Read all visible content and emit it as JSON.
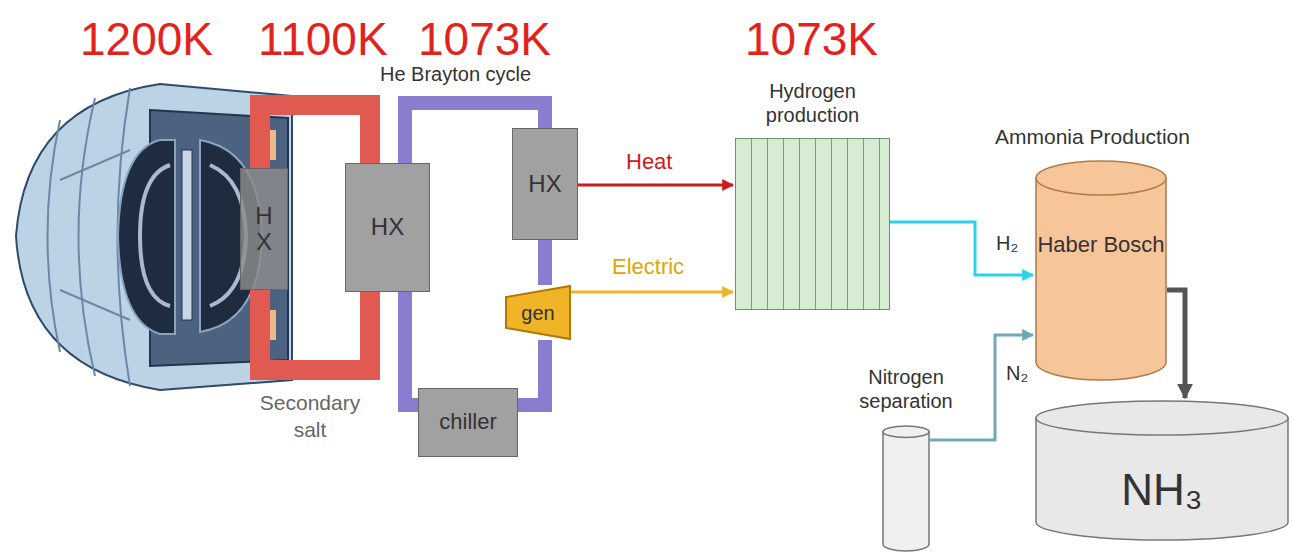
{
  "diagram": {
    "nodes": [
      {
        "text": [
          "H X"
        ]
      },
      {
        "text": [
          "HX"
        ]
      },
      {
        "text": [
          "HX"
        ]
      },
      {
        "text": [
          "gen"
        ]
      },
      {
        "text": [
          "chiller"
        ]
      },
      {
        "text": [
          "Hydrogen production"
        ]
      },
      {
        "text": [
          "Haber Bosch"
        ]
      },
      {
        "text": [
          "Nitrogen separation"
        ]
      },
      {
        "text": [
          "NH₃"
        ]
      }
    ],
    "edges": [
      {
        "from": 0,
        "to": 1,
        "arrow": "none"
      },
      {
        "from": 0,
        "to": 1,
        "arrow": "none"
      },
      {
        "from": 1,
        "to": 2,
        "arrow": "none"
      },
      {
        "from": 2,
        "to": 3,
        "arrow": "none"
      },
      {
        "from": 3,
        "to": 4,
        "arrow": "none"
      },
      {
        "from": 4,
        "to": 1,
        "arrow": "none"
      },
      {
        "from": 2,
        "to": 5,
        "label": "Heat",
        "arrow": "to"
      },
      {
        "from": 3,
        "to": 5,
        "label": "Electric",
        "arrow": "to"
      },
      {
        "from": 5,
        "to": 6,
        "label": "H₂",
        "arrow": "to"
      },
      {
        "from": 7,
        "to": 6,
        "label": "N₂",
        "arrow": "to"
      },
      {
        "from": 6,
        "to": 8,
        "arrow": "to"
      }
    ],
    "labels": [
      "1200K",
      "1100K",
      "1073K",
      "1073K",
      "He Brayton cycle",
      "Secondary salt",
      "Ammonia Production"
    ]
  }
}
